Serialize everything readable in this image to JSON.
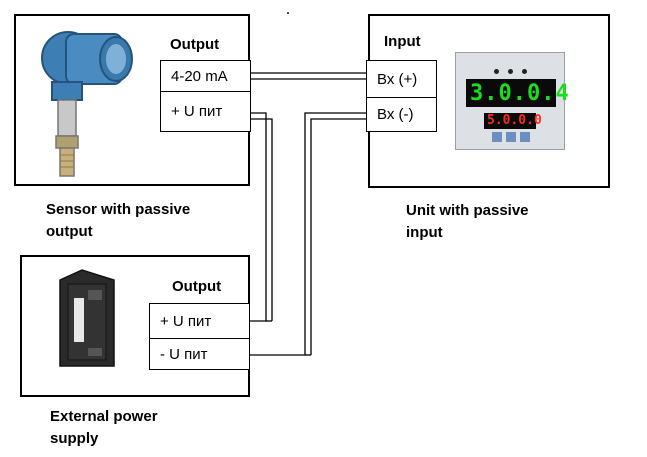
{
  "sensor": {
    "output_header": "Output",
    "terminal_1": "4-20 mA",
    "terminal_2": "+ U пит",
    "caption_line1": "Sensor with passive",
    "caption_line2": "output"
  },
  "unit": {
    "input_header": "Input",
    "terminal_1": "Вх (+)",
    "terminal_2": "Вх (-)",
    "caption_line1": "Unit with passive",
    "caption_line2": "input",
    "display_value": "3.0.0.4",
    "setpoint_value": "5.0.0.0"
  },
  "power_supply": {
    "output_header": "Output",
    "terminal_1": "+ U пит",
    "terminal_2": "- U пит",
    "caption_line1": "External power",
    "caption_line2": "supply"
  },
  "colors": {
    "sensor_body": "#3d7fb5",
    "display_digits": "#17e01a",
    "setpoint_digits": "#ff2a1a",
    "psu_body": "#2a2a2a"
  }
}
